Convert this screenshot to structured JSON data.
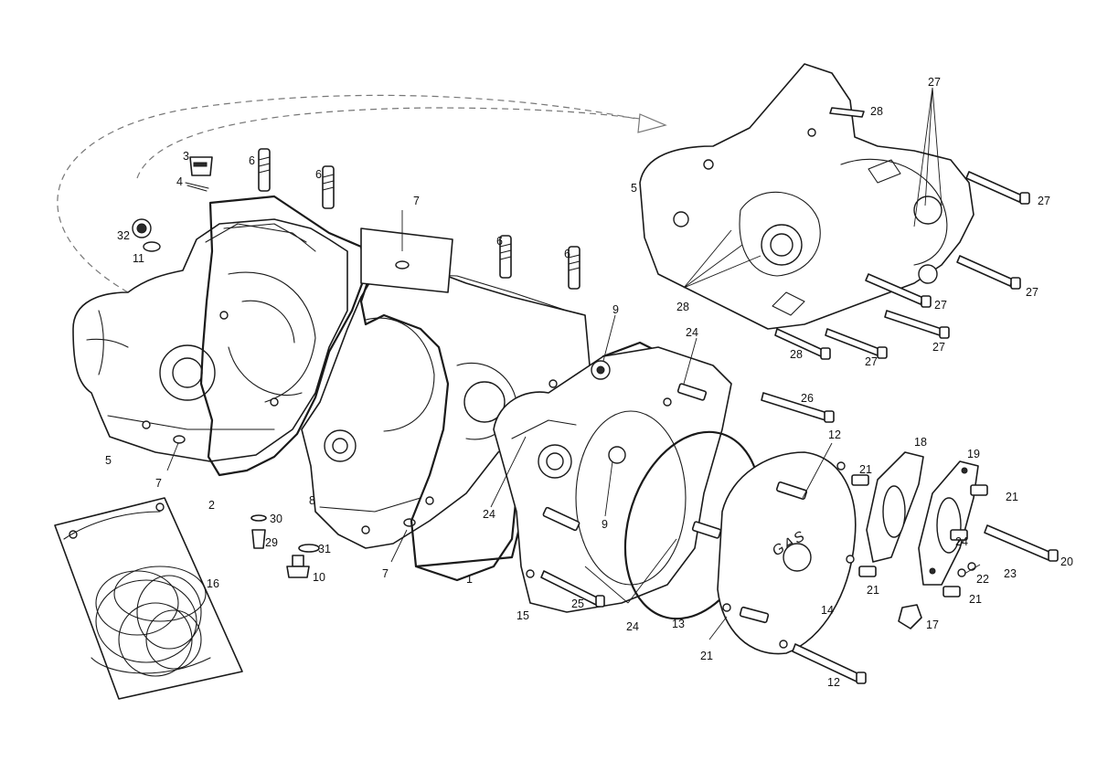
{
  "diagram": {
    "cover_lettering": "GAS",
    "callouts": {
      "c1": "1",
      "c2": "2",
      "c3": "3",
      "c4": "4",
      "c5a": "5",
      "c5b": "5",
      "c6a": "6",
      "c6b": "6",
      "c6c": "6",
      "c6d": "6",
      "c7a": "7",
      "c7b": "7",
      "c7c": "7",
      "c8": "8",
      "c9a": "9",
      "c9b": "9",
      "c10": "10",
      "c11": "11",
      "c12a": "12",
      "c12b": "12",
      "c13": "13",
      "c14": "14",
      "c15": "15",
      "c16": "16",
      "c17": "17",
      "c18": "18",
      "c19": "19",
      "c20": "20",
      "c21a": "21",
      "c21b": "21",
      "c21c": "21",
      "c21d": "21",
      "c21e": "21",
      "c22": "22",
      "c23": "23",
      "c24a": "24",
      "c24b": "24",
      "c24c": "24",
      "c24d": "24",
      "c25": "25",
      "c26": "26",
      "c27a": "27",
      "c27b": "27",
      "c27c": "27",
      "c27d": "27",
      "c27e": "27",
      "c27f": "27",
      "c28a": "28",
      "c28b": "28",
      "c28c": "28",
      "c29": "29",
      "c30": "30",
      "c31": "31",
      "c32": "32"
    }
  }
}
